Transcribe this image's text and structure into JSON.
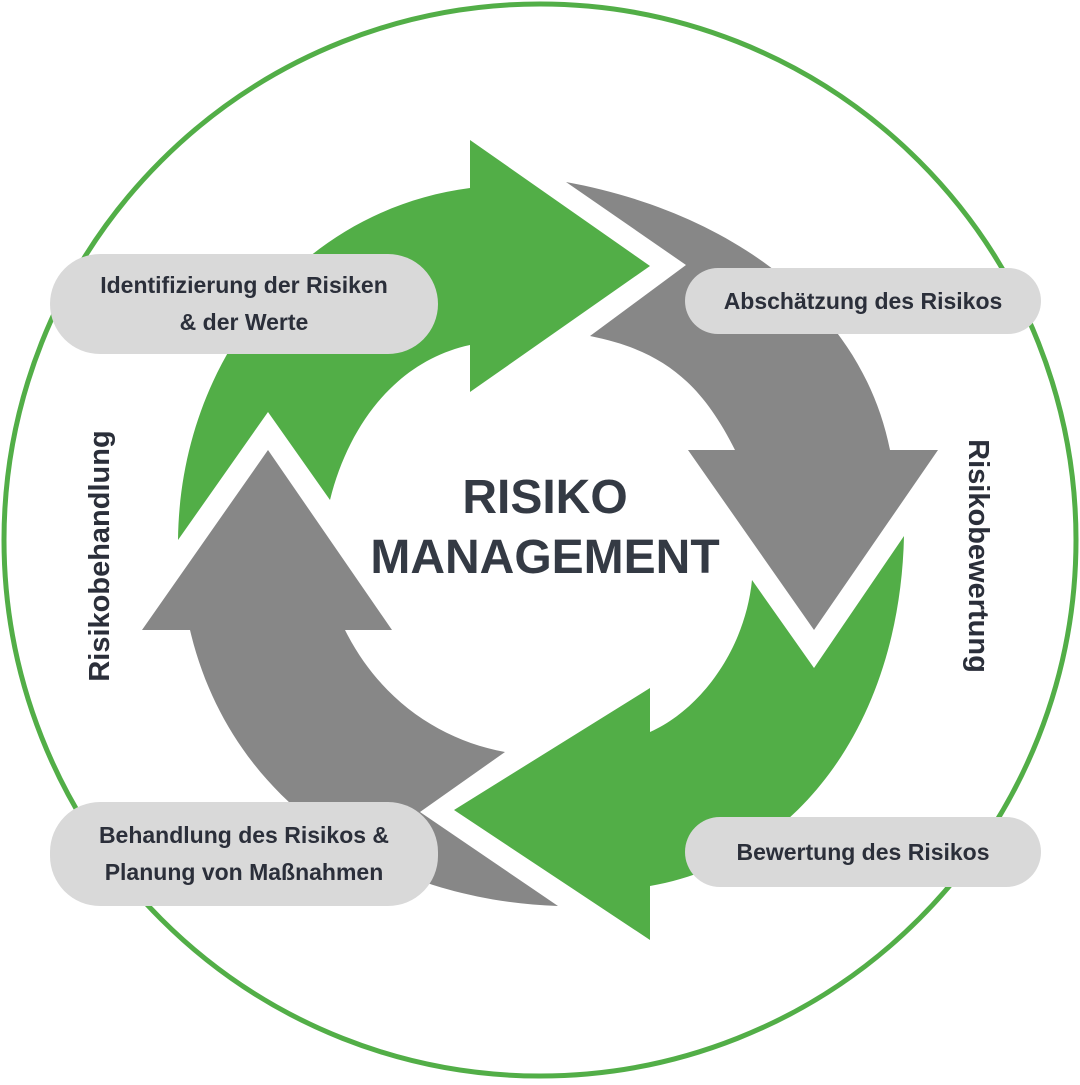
{
  "center": {
    "line1": "RISIKO",
    "line2": "MANAGEMENT"
  },
  "steps": {
    "identify": {
      "line1": "Identifizierung der Risiken",
      "line2": "& der Werte"
    },
    "assess": {
      "line1": "Abschätzung des Risikos"
    },
    "evaluate": {
      "line1": "Bewertung des Risikos"
    },
    "treat": {
      "line1": "Behandlung des Risikos &",
      "line2": "Planung von Maßnahmen"
    }
  },
  "phases": {
    "left": "Risikobehandlung",
    "right": "Risikobewertung"
  },
  "colors": {
    "green": "#52ae47",
    "gray": "#878787",
    "pill": "#d9d9d9",
    "text": "#2b2f3a"
  }
}
